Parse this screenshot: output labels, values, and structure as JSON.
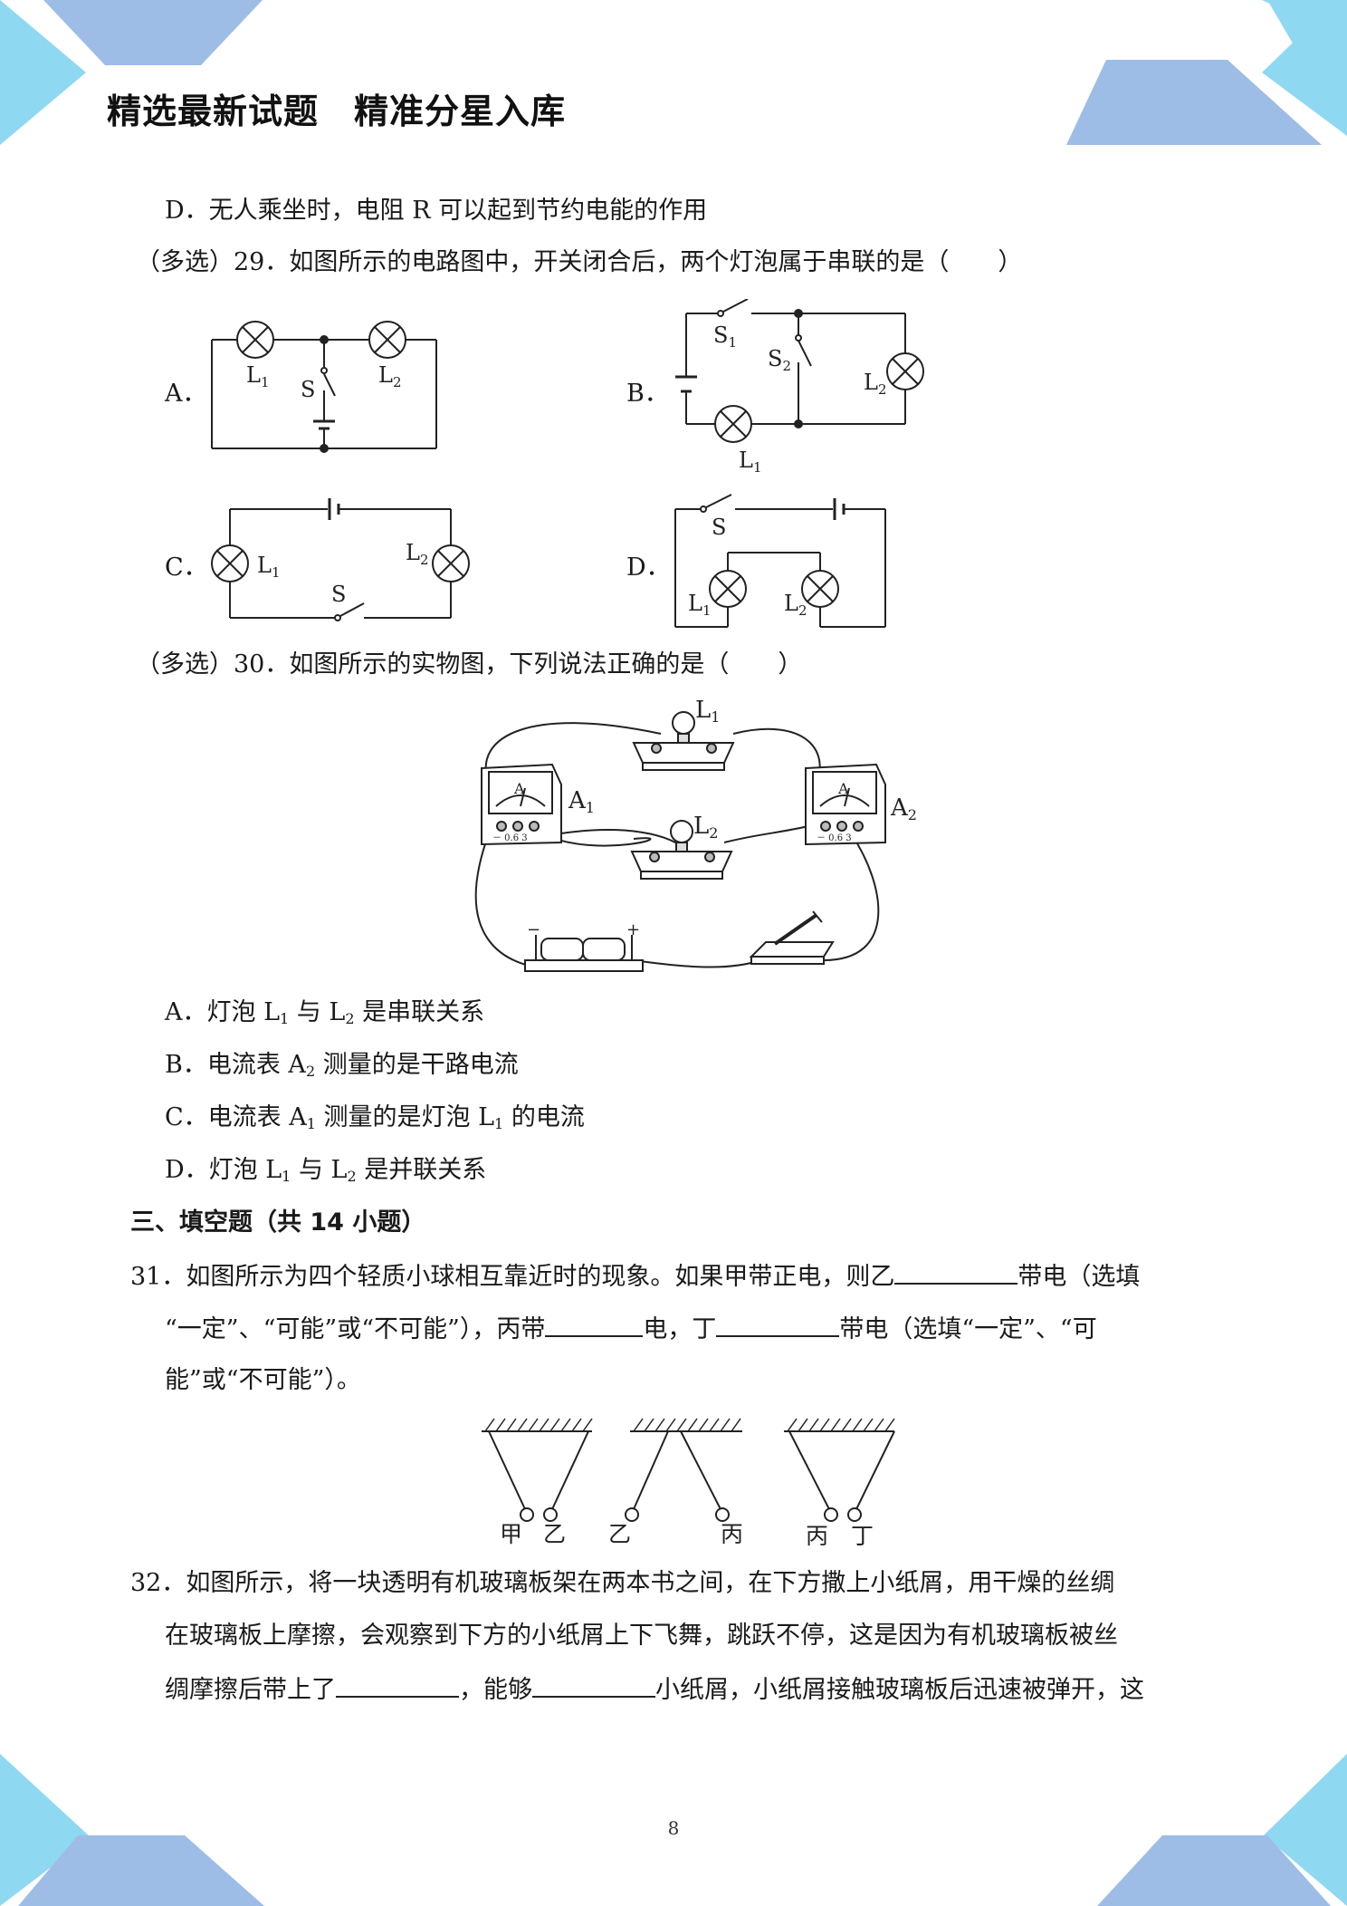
{
  "header": {
    "title": "精选最新试题　精准分星入库"
  },
  "q28": {
    "option_d": "D．无人乘坐时，电阻 R 可以起到节约电能的作用"
  },
  "q29": {
    "stem": "（多选）29．如图所示的电路图中，开关闭合后，两个灯泡属于串联的是（　　）",
    "options": [
      "A．",
      "B．",
      "C．",
      "D．"
    ]
  },
  "q30": {
    "stem": "（多选）30．如图所示的实物图，下列说法正确的是（　　）",
    "option_a": {
      "a": "A．灯泡 L",
      "b": " 与 L",
      "c": " 是串联关系"
    },
    "option_b": {
      "a": "B．电流表 A",
      "b": " 测量的是干路电流"
    },
    "option_c": {
      "a": "C．电流表 A",
      "b": " 测量的是灯泡 L",
      "c": " 的电流"
    },
    "option_d": {
      "a": "D．灯泡 L",
      "b": " 与 L",
      "c": " 是并联关系"
    }
  },
  "section3": {
    "title": "三、填空题（共 14 小题）"
  },
  "q31": {
    "line1a": "31．如图所示为四个轻质小球相互靠近时的现象。如果甲带正电，则乙",
    "line1b": "带电（选填",
    "line2a": "“一定”、“可能”或“不可能”），丙带",
    "line2b": "电，丁",
    "line2c": "带电（选填“一定”、“可",
    "line3": "能”或“不可能”）。",
    "balls": [
      "甲",
      "乙",
      "乙",
      "丙",
      "丙",
      "丁"
    ]
  },
  "q32": {
    "line1": "32．如图所示，将一块透明有机玻璃板架在两本书之间，在下方撒上小纸屑，用干燥的丝绸",
    "line2": "在玻璃板上摩擦，会观察到下方的小纸屑上下飞舞，跳跃不停，这是因为有机玻璃板被丝",
    "line3a": "绸摩擦后带上了",
    "line3b": "，能够",
    "line3c": "小纸屑，小纸屑接触玻璃板后迅速被弹开，这"
  },
  "labels": {
    "L": "L",
    "S": "S",
    "A": "A",
    "sub1": "1",
    "sub2": "2",
    "ammeter_face": "A",
    "ammeter_scale": "－ 0.6  3",
    "minus": "−",
    "plus": "+"
  },
  "footer": {
    "page_number": "8"
  },
  "colors": {
    "deco_light": "#8fd8f2",
    "deco_dark": "#9dbde6"
  }
}
